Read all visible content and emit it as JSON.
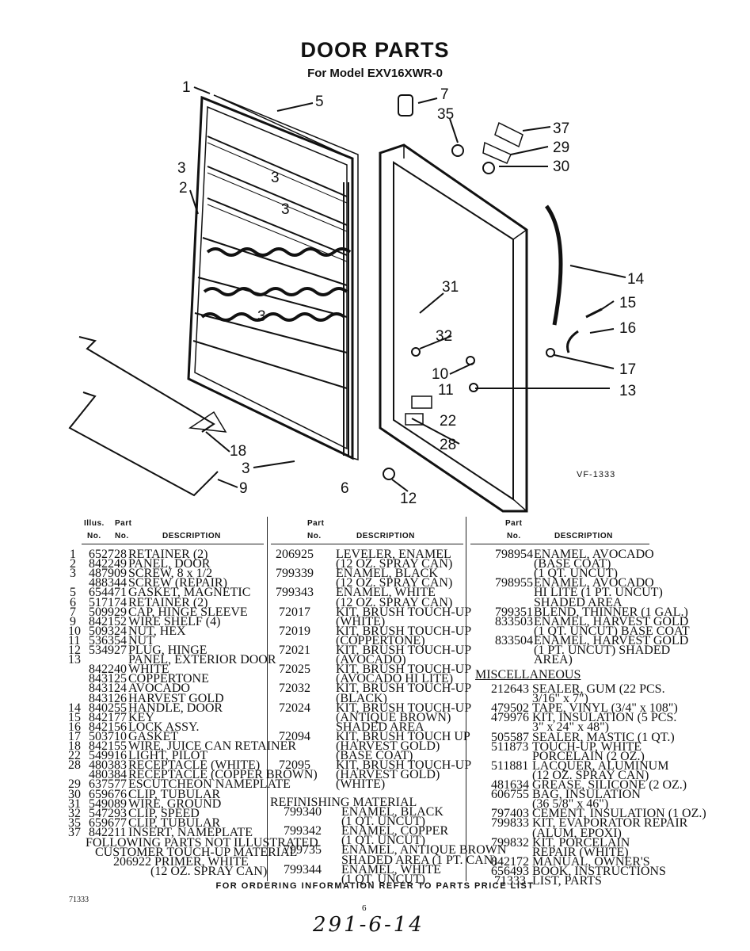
{
  "header": {
    "title": "DOOR PARTS",
    "subtitle": "For Model EXV16XWR-0"
  },
  "figure": {
    "code": "VF-1333",
    "callouts": [
      "1",
      "5",
      "7",
      "35",
      "37",
      "29",
      "30",
      "3",
      "3",
      "3",
      "2",
      "3",
      "31",
      "32",
      "10",
      "11",
      "14",
      "15",
      "16",
      "17",
      "13",
      "22",
      "28",
      "12",
      "18",
      "3",
      "9",
      "6"
    ]
  },
  "columns": {
    "illus": "Illus.",
    "no": "No.",
    "part": "Part",
    "part_no": "No.",
    "description": "DESCRIPTION"
  },
  "col1": [
    {
      "illus": "1",
      "part": "652728",
      "desc": "RETAINER (2)"
    },
    {
      "illus": "2",
      "part": "842249",
      "desc": "PANEL, DOOR"
    },
    {
      "illus": "3",
      "part": "487909",
      "desc": "SCREW, 8 x 1/2"
    },
    {
      "illus": "",
      "part": "488344",
      "desc": "SCREW (REPAIR)"
    },
    {
      "illus": "5",
      "part": "654471",
      "desc": "GASKET, MAGNETIC"
    },
    {
      "illus": "6",
      "part": "517174",
      "desc": "RETAINER (2)"
    },
    {
      "illus": "7",
      "part": "509929",
      "desc": "CAP, HINGE SLEEVE"
    },
    {
      "illus": "9",
      "part": "842152",
      "desc": "WIRE SHELF (4)"
    },
    {
      "illus": "10",
      "part": "509324",
      "desc": "NUT, HEX"
    },
    {
      "illus": "11",
      "part": "536354",
      "desc": "NUT"
    },
    {
      "illus": "12",
      "part": "534927",
      "desc": "PLUG, HINGE"
    },
    {
      "illus": "13",
      "part": "",
      "desc": "PANEL, EXTERIOR DOOR"
    },
    {
      "illus": "",
      "part": "842240",
      "desc": "WHITE"
    },
    {
      "illus": "",
      "part": "843125",
      "desc": "COPPERTONE"
    },
    {
      "illus": "",
      "part": "843124",
      "desc": "AVOCADO"
    },
    {
      "illus": "",
      "part": "843126",
      "desc": "HARVEST GOLD"
    },
    {
      "illus": "14",
      "part": "840255",
      "desc": "HANDLE, DOOR"
    },
    {
      "illus": "15",
      "part": "842177",
      "desc": "KEY"
    },
    {
      "illus": "16",
      "part": "842156",
      "desc": "LOCK ASSY."
    },
    {
      "illus": "17",
      "part": "503710",
      "desc": "GASKET"
    },
    {
      "illus": "18",
      "part": "842155",
      "desc": "WIRE, JUICE CAN RETAINER"
    },
    {
      "illus": "22",
      "part": "549916",
      "desc": "LIGHT, PILOT"
    },
    {
      "illus": "28",
      "part": "480383",
      "desc": "RECEPTACLE (WHITE)"
    },
    {
      "illus": "",
      "part": "480384",
      "desc": "RECEPTACLE (COPPER BROWN)"
    },
    {
      "illus": "29",
      "part": "637577",
      "desc": "ESCUTCHEON NAMEPLATE"
    },
    {
      "illus": "30",
      "part": "659676",
      "desc": "CLIP, TUBULAR"
    },
    {
      "illus": "31",
      "part": "549089",
      "desc": "WIRE, GROUND"
    },
    {
      "illus": "32",
      "part": "547293",
      "desc": "CLIP, SPEED"
    },
    {
      "illus": "35",
      "part": "659677",
      "desc": "CLIP, TUBULAR"
    },
    {
      "illus": "37",
      "part": "842211",
      "desc": "INSERT, NAMEPLATE"
    }
  ],
  "col1_notes": {
    "line1": "FOLLOWING PARTS NOT ILLUSTRATED",
    "line2": "CUSTOMER TOUCH-UP MATERIAL",
    "primer_part": "206922",
    "primer_desc": "PRIMER, WHITE",
    "primer_desc2": "(12 OZ. SPRAY CAN)"
  },
  "col2": [
    {
      "part": "206925",
      "desc": "LEVELER, ENAMEL"
    },
    {
      "part": "",
      "desc": "(12 OZ. SPRAY CAN)"
    },
    {
      "part": "799339",
      "desc": "ENAMEL, BLACK"
    },
    {
      "part": "",
      "desc": "(12 OZ. SPRAY CAN)"
    },
    {
      "part": "799343",
      "desc": "ENAMEL, WHITE"
    },
    {
      "part": "",
      "desc": "(12 OZ. SPRAY CAN)"
    },
    {
      "part": "72017",
      "desc": "KIT, BRUSH TOUCH-UP"
    },
    {
      "part": "",
      "desc": "(WHITE)"
    },
    {
      "part": "72019",
      "desc": "KIT, BRUSH TOUCH-UP"
    },
    {
      "part": "",
      "desc": "(COPPERTONE)"
    },
    {
      "part": "72021",
      "desc": "KIT, BRUSH TOUCH-UP"
    },
    {
      "part": "",
      "desc": "(AVOCADO)"
    },
    {
      "part": "72025",
      "desc": "KIT, BRUSH TOUCH-UP"
    },
    {
      "part": "",
      "desc": "(AVOCADO HI LITE)"
    },
    {
      "part": "72032",
      "desc": "KIT, BRUSH TOUCH-UP"
    },
    {
      "part": "",
      "desc": "(BLACK)"
    },
    {
      "part": "72024",
      "desc": "KIT, BRUSH TOUCH-UP"
    },
    {
      "part": "",
      "desc": "(ANTIQUE BROWN)"
    },
    {
      "part": "",
      "desc": "SHADED AREA"
    },
    {
      "part": "72094",
      "desc": "KIT, BRUSH TOUCH UP"
    },
    {
      "part": "",
      "desc": "(HARVEST GOLD)"
    },
    {
      "part": "",
      "desc": "(BASE COAT)"
    },
    {
      "part": "72095",
      "desc": "KIT, BRUSH TOUCH-UP"
    },
    {
      "part": "",
      "desc": "(HARVEST GOLD)"
    },
    {
      "part": "",
      "desc": "(WHITE)"
    }
  ],
  "refinishing": {
    "heading": "REFINISHING MATERIAL",
    "items": [
      {
        "part": "799340",
        "desc": "ENAMEL, BLACK"
      },
      {
        "part": "",
        "desc": "(1 QT. UNCUT)"
      },
      {
        "part": "799342",
        "desc": "ENAMEL, COPPER"
      },
      {
        "part": "",
        "desc": "(1 QT. UNCUT)"
      },
      {
        "part": "799735",
        "desc": "ENAMEL, ANTIQUE BROWN"
      },
      {
        "part": "",
        "desc": "SHADED AREA (1 PT. CAN)"
      },
      {
        "part": "799344",
        "desc": "ENAMEL, WHITE"
      },
      {
        "part": "",
        "desc": "(1 QT. UNCUT)"
      }
    ]
  },
  "col3": [
    {
      "part": "798954",
      "desc": "ENAMEL, AVOCADO"
    },
    {
      "part": "",
      "desc": "(BASE COAT)"
    },
    {
      "part": "",
      "desc": "(1 QT. UNCUT)"
    },
    {
      "part": "798955",
      "desc": "ENAMEL, AVOCADO"
    },
    {
      "part": "",
      "desc": "HI LITE (1 PT. UNCUT)"
    },
    {
      "part": "",
      "desc": "SHADED AREA"
    },
    {
      "part": "799351",
      "desc": "BLEND, THINNER (1 GAL.)"
    },
    {
      "part": "833503",
      "desc": "ENAMEL, HARVEST GOLD"
    },
    {
      "part": "",
      "desc": "(1 QT. UNCUT) BASE COAT"
    },
    {
      "part": "833504",
      "desc": "ENAMEL, HARVEST GOLD"
    },
    {
      "part": "",
      "desc": "(1 PT. UNCUT) SHADED"
    },
    {
      "part": "",
      "desc": "AREA)"
    }
  ],
  "misc": {
    "heading": "MISCELLANEOUS",
    "items": [
      {
        "part": "212643",
        "desc": "SEALER, GUM (22 PCS."
      },
      {
        "part": "",
        "desc": "3/16\" x 7\")"
      },
      {
        "part": "479502",
        "desc": "TAPE, VINYL (3/4\" x 108\")"
      },
      {
        "part": "479976",
        "desc": "KIT, INSULATION (5 PCS."
      },
      {
        "part": "",
        "desc": "3\" x 24\" x 48\")"
      },
      {
        "part": "505587",
        "desc": "SEALER, MASTIC (1 QT.)"
      },
      {
        "part": "511873",
        "desc": "TOUCH-UP, WHITE"
      },
      {
        "part": "",
        "desc": "PORCELAIN (2 OZ.)"
      },
      {
        "part": "511881",
        "desc": "LACQUER, ALUMINUM"
      },
      {
        "part": "",
        "desc": "(12 OZ. SPRAY CAN)"
      },
      {
        "part": "481634",
        "desc": "GREASE, SILICONE (2 OZ.)"
      },
      {
        "part": "606755",
        "desc": "BAG, INSULATION"
      },
      {
        "part": "",
        "desc": "(36 5/8\" x 46\")"
      },
      {
        "part": "797403",
        "desc": "CEMENT, INSULATION (1 OZ.)"
      },
      {
        "part": "799833",
        "desc": "KIT, EVAPORATOR REPAIR"
      },
      {
        "part": "",
        "desc": "(ALUM, EPOXI)"
      },
      {
        "part": "799832",
        "desc": "KIT, PORCELAIN"
      },
      {
        "part": "",
        "desc": "REPAIR (WHITE)"
      },
      {
        "part": "842172",
        "desc": "MANUAL, OWNER'S"
      },
      {
        "part": "656493",
        "desc": "BOOK, INSTRUCTIONS"
      },
      {
        "part": "71333",
        "desc": "LIST, PARTS"
      }
    ]
  },
  "footer": {
    "ordering": "FOR ORDERING INFORMATION REFER TO PARTS PRICE LIST",
    "doc_no": "71333",
    "page": "6",
    "handwritten": "291-6-14"
  }
}
